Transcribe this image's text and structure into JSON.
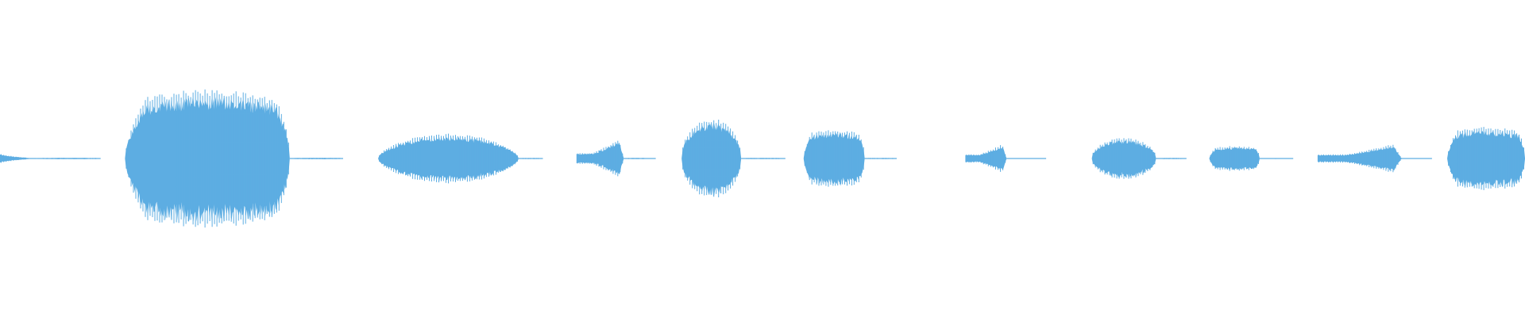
{
  "waveform": {
    "color": "#5dade2",
    "background": "#ffffff",
    "segments": [
      {
        "name": "blip-1",
        "start": 0.0,
        "end": 0.024,
        "peak": 0.07,
        "shape": "decay"
      },
      {
        "name": "burst-1",
        "start": 0.082,
        "end": 0.19,
        "peak": 1.0,
        "shape": "plateau"
      },
      {
        "name": "burst-2",
        "start": 0.248,
        "end": 0.34,
        "peak": 0.36,
        "shape": "swell"
      },
      {
        "name": "burst-3",
        "start": 0.378,
        "end": 0.409,
        "peak": 0.32,
        "shape": "ramp-up"
      },
      {
        "name": "burst-4",
        "start": 0.447,
        "end": 0.486,
        "peak": 0.58,
        "shape": "dome"
      },
      {
        "name": "burst-5",
        "start": 0.527,
        "end": 0.567,
        "peak": 0.42,
        "shape": "plateau"
      },
      {
        "name": "burst-6",
        "start": 0.633,
        "end": 0.66,
        "peak": 0.24,
        "shape": "ramp-up"
      },
      {
        "name": "burst-7",
        "start": 0.716,
        "end": 0.758,
        "peak": 0.3,
        "shape": "dome"
      },
      {
        "name": "burst-8",
        "start": 0.793,
        "end": 0.826,
        "peak": 0.18,
        "shape": "plateau"
      },
      {
        "name": "burst-9",
        "start": 0.864,
        "end": 0.919,
        "peak": 0.24,
        "shape": "ramp-up"
      },
      {
        "name": "burst-10",
        "start": 0.949,
        "end": 1.0,
        "peak": 0.46,
        "shape": "plateau"
      }
    ],
    "tails": [
      {
        "start": 0.024,
        "end": 0.066,
        "peak": 0.012
      },
      {
        "start": 0.19,
        "end": 0.225,
        "peak": 0.012
      },
      {
        "start": 0.34,
        "end": 0.356,
        "peak": 0.01
      },
      {
        "start": 0.409,
        "end": 0.43,
        "peak": 0.01
      },
      {
        "start": 0.486,
        "end": 0.515,
        "peak": 0.01
      },
      {
        "start": 0.567,
        "end": 0.588,
        "peak": 0.01
      },
      {
        "start": 0.66,
        "end": 0.686,
        "peak": 0.008
      },
      {
        "start": 0.758,
        "end": 0.778,
        "peak": 0.01
      },
      {
        "start": 0.826,
        "end": 0.848,
        "peak": 0.008
      },
      {
        "start": 0.919,
        "end": 0.939,
        "peak": 0.008
      }
    ]
  }
}
